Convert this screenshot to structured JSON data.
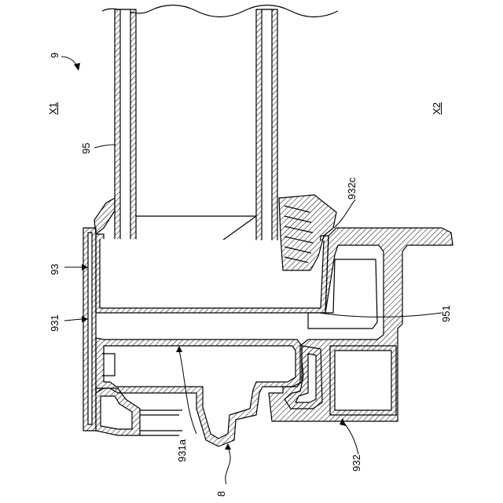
{
  "labels": {
    "fig_ref": "9",
    "x1": "X1",
    "x2": "X2",
    "glass_unit": "95",
    "frame": "93",
    "frame_outer": "931",
    "frame_outer_part": "931a",
    "frame_inner": "932",
    "frame_inner_part": "932c",
    "spacer": "951",
    "wall": "8"
  },
  "colors": {
    "line": "#000000",
    "background": "#ffffff"
  }
}
